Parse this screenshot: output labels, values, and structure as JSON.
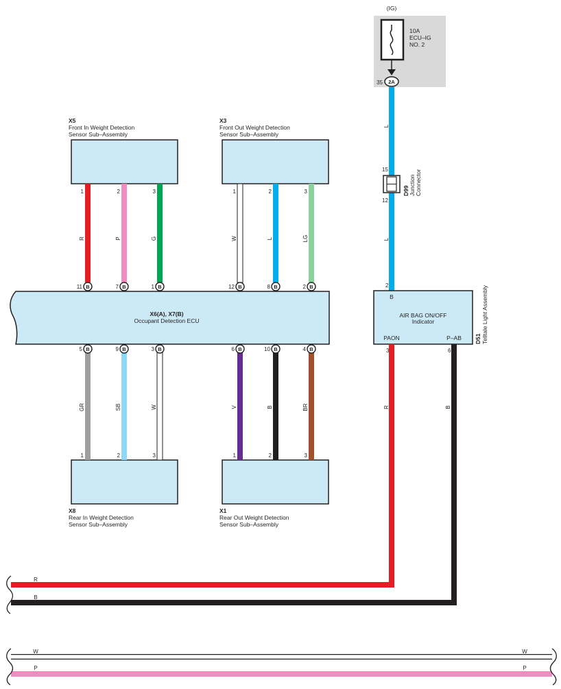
{
  "fuse": {
    "source": "(IG)",
    "rating": "10A",
    "name_line1": "ECU–IG",
    "name_line2": "NO. 2",
    "conn_code": "2A",
    "conn_pin": "35"
  },
  "junction": {
    "id": "D99",
    "name_line1": "Junction",
    "name_line2": "Connector",
    "pin_top": "15",
    "pin_bottom": "12"
  },
  "top_wire_colors": [
    "L",
    "L"
  ],
  "telltale": {
    "id": "D51",
    "name": "Telltale Light Assembly",
    "title_line1": "AIR BAG ON/OFF",
    "title_line2": "Indicator",
    "input_pin": "2",
    "input_conn": "B",
    "left_terminal": "PAON",
    "right_terminal": "P–AB",
    "left_pin": "3",
    "right_pin": "6",
    "left_wire_color": "R",
    "right_wire_color": "B"
  },
  "ecu": {
    "line1": "X6(A), X7(B)",
    "line2": "Occupant Detection ECU"
  },
  "sensors": {
    "x5": {
      "id": "X5",
      "line1": "Front In Weight Detection",
      "line2": "Sensor Sub–Assembly"
    },
    "x3": {
      "id": "X3",
      "line1": "Front Out Weight Detection",
      "line2": "Sensor Sub–Assembly"
    },
    "x8": {
      "id": "X8",
      "line1": "Rear In Weight Detection",
      "line2": "Sensor Sub–Assembly"
    },
    "x1": {
      "id": "X1",
      "line1": "Rear Out Weight Detection",
      "line2": "Sensor Sub–Assembly"
    }
  },
  "upper_wires": [
    {
      "sensor_pin": "1",
      "ecu_pin": "11",
      "conn": "B",
      "color_code": "R",
      "color": "#e31e24"
    },
    {
      "sensor_pin": "2",
      "ecu_pin": "7",
      "conn": "B",
      "color_code": "P",
      "color": "#f08cc0"
    },
    {
      "sensor_pin": "3",
      "ecu_pin": "1",
      "conn": "B",
      "color_code": "G",
      "color": "#00a651"
    },
    {
      "sensor_pin": "1",
      "ecu_pin": "12",
      "conn": "B",
      "color_code": "W",
      "color": "#ffffff"
    },
    {
      "sensor_pin": "2",
      "ecu_pin": "8",
      "conn": "B",
      "color_code": "L",
      "color": "#00aeef"
    },
    {
      "sensor_pin": "3",
      "ecu_pin": "2",
      "conn": "B",
      "color_code": "LG",
      "color": "#8dd1a0"
    }
  ],
  "lower_wires": [
    {
      "ecu_pin": "5",
      "conn": "B",
      "sensor_pin": "1",
      "color_code": "GR",
      "color": "#9d9fa2"
    },
    {
      "ecu_pin": "9",
      "conn": "B",
      "sensor_pin": "2",
      "color_code": "SB",
      "color": "#8ed8f8"
    },
    {
      "ecu_pin": "3",
      "conn": "B",
      "sensor_pin": "3",
      "color_code": "W",
      "color": "#ffffff"
    },
    {
      "ecu_pin": "6",
      "conn": "B",
      "sensor_pin": "1",
      "color_code": "V",
      "color": "#662d91"
    },
    {
      "ecu_pin": "10",
      "conn": "B",
      "sensor_pin": "2",
      "color_code": "B",
      "color": "#231f20"
    },
    {
      "ecu_pin": "4",
      "conn": "B",
      "sensor_pin": "3",
      "color_code": "BR",
      "color": "#a0522d"
    }
  ],
  "bus_wires": [
    {
      "left_label": "R",
      "right_label": "",
      "color": "#e31e24"
    },
    {
      "left_label": "B",
      "right_label": "",
      "color": "#231f20"
    },
    {
      "left_label": "W",
      "right_label": "W",
      "color": "#ffffff"
    },
    {
      "left_label": "P",
      "right_label": "P",
      "color": "#f08cc0"
    }
  ],
  "colors": {
    "box_fill": "#cce9f6",
    "fuse_panel": "#d9d9d9",
    "line": "#231f20",
    "wire_L": "#00aeef"
  }
}
